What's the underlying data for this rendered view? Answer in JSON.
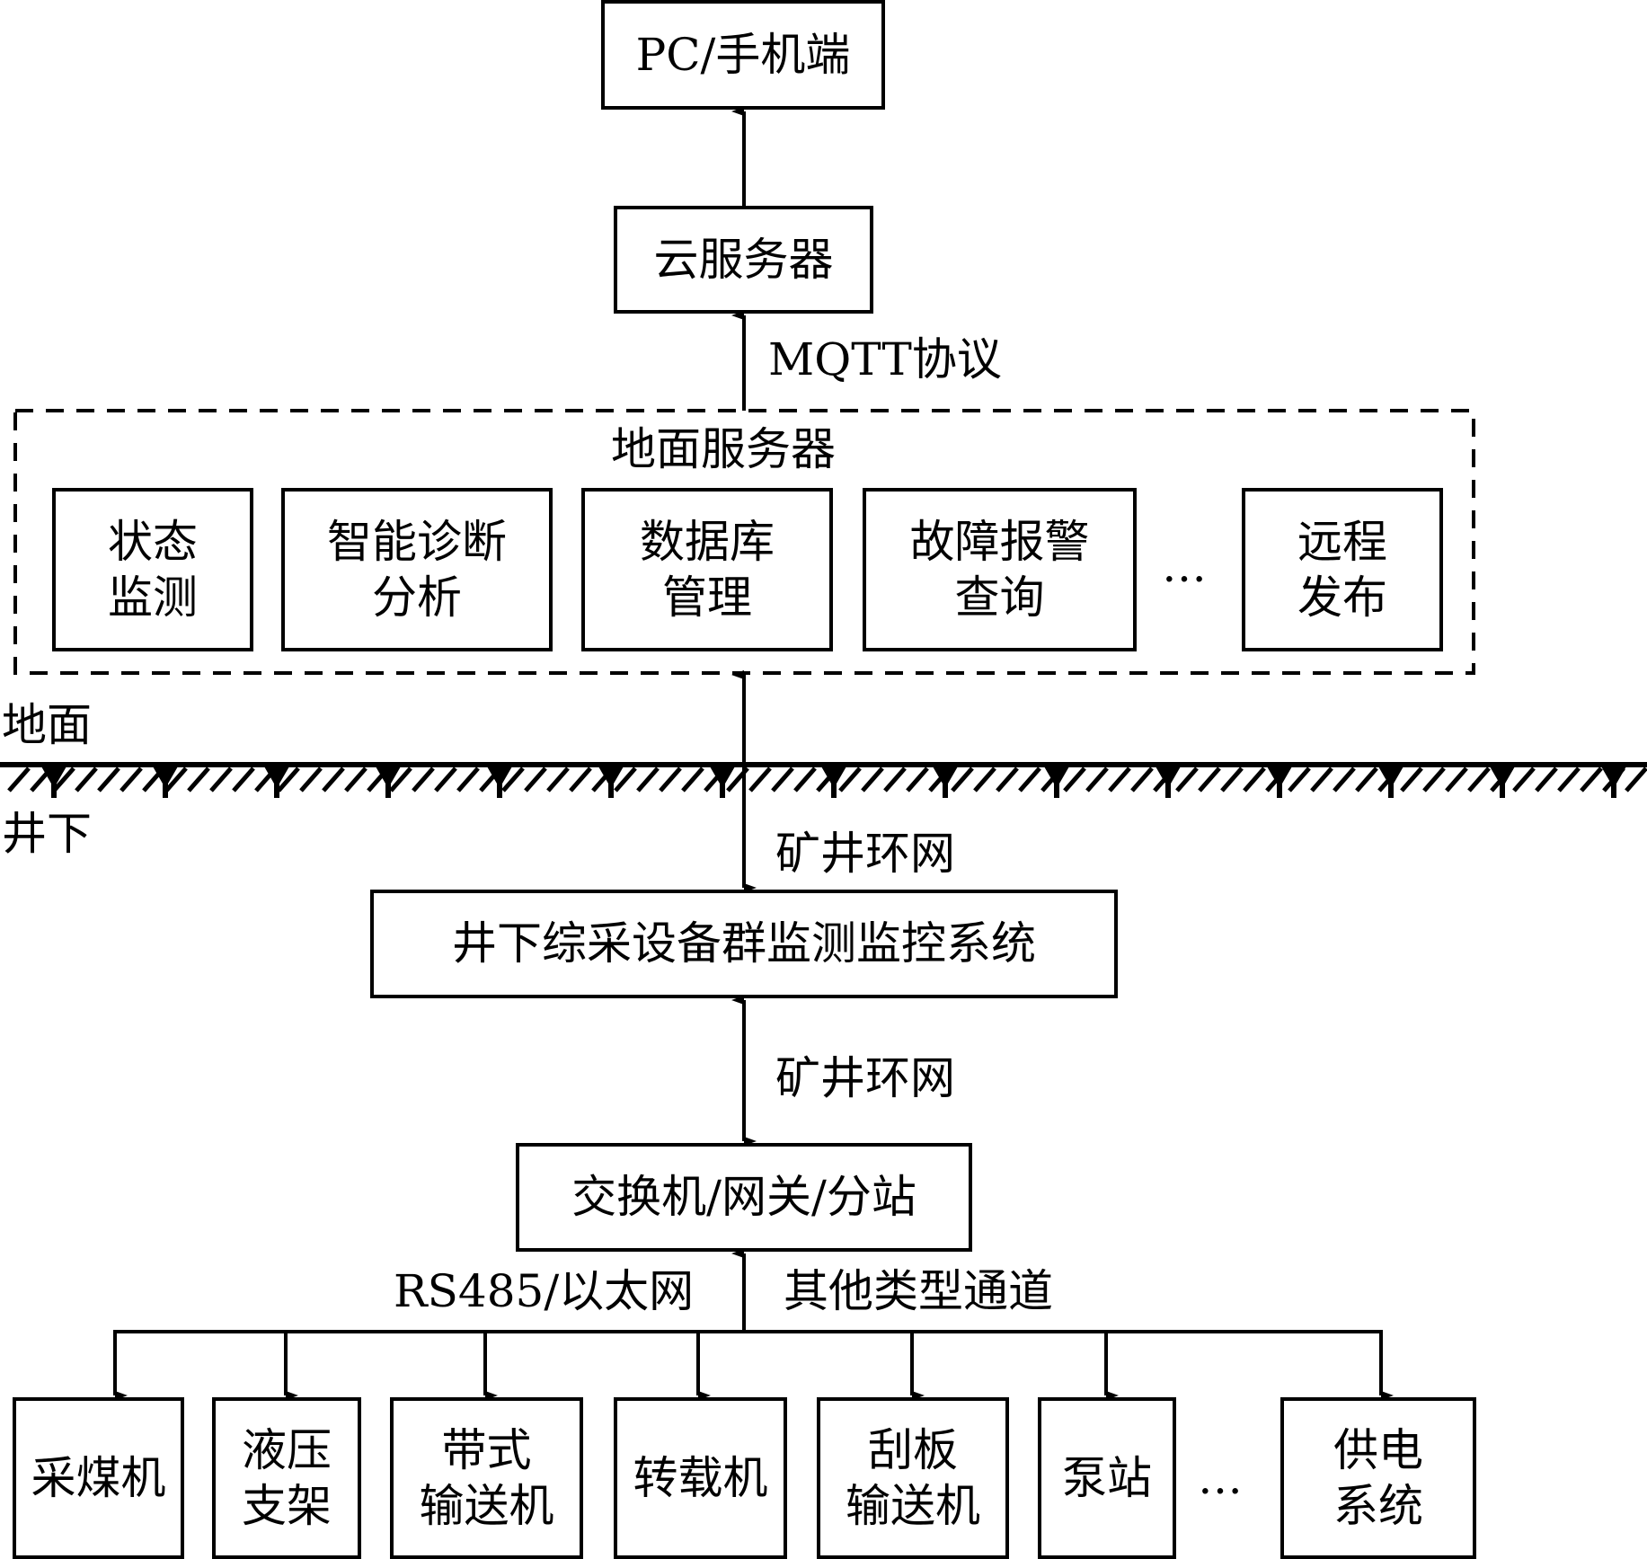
{
  "top": {
    "client": "PC/手机端",
    "cloud": "云服务器",
    "mqtt_label": "MQTT协议"
  },
  "ground_server": {
    "title": "地面服务器",
    "modules": [
      "状态\n监测",
      "智能诊断\n分析",
      "数据库\n管理",
      "故障报警\n查询",
      "远程\n发布"
    ],
    "ellipsis": "…"
  },
  "ground_labels": {
    "above": "地面",
    "below": "井下"
  },
  "ring_label_1": "矿井环网",
  "monitor_system": "井下综采设备群监测监控系统",
  "ring_label_2": "矿井环网",
  "switch": "交换机/网关/分站",
  "bus_labels": {
    "left": "RS485/以太网",
    "right": "其他类型通道"
  },
  "devices": [
    "采煤机",
    "液压\n支架",
    "带式\n输送机",
    "转载机",
    "刮板\n输送机",
    "泵站",
    "供电\n系统"
  ],
  "devices_ellipsis": "…"
}
